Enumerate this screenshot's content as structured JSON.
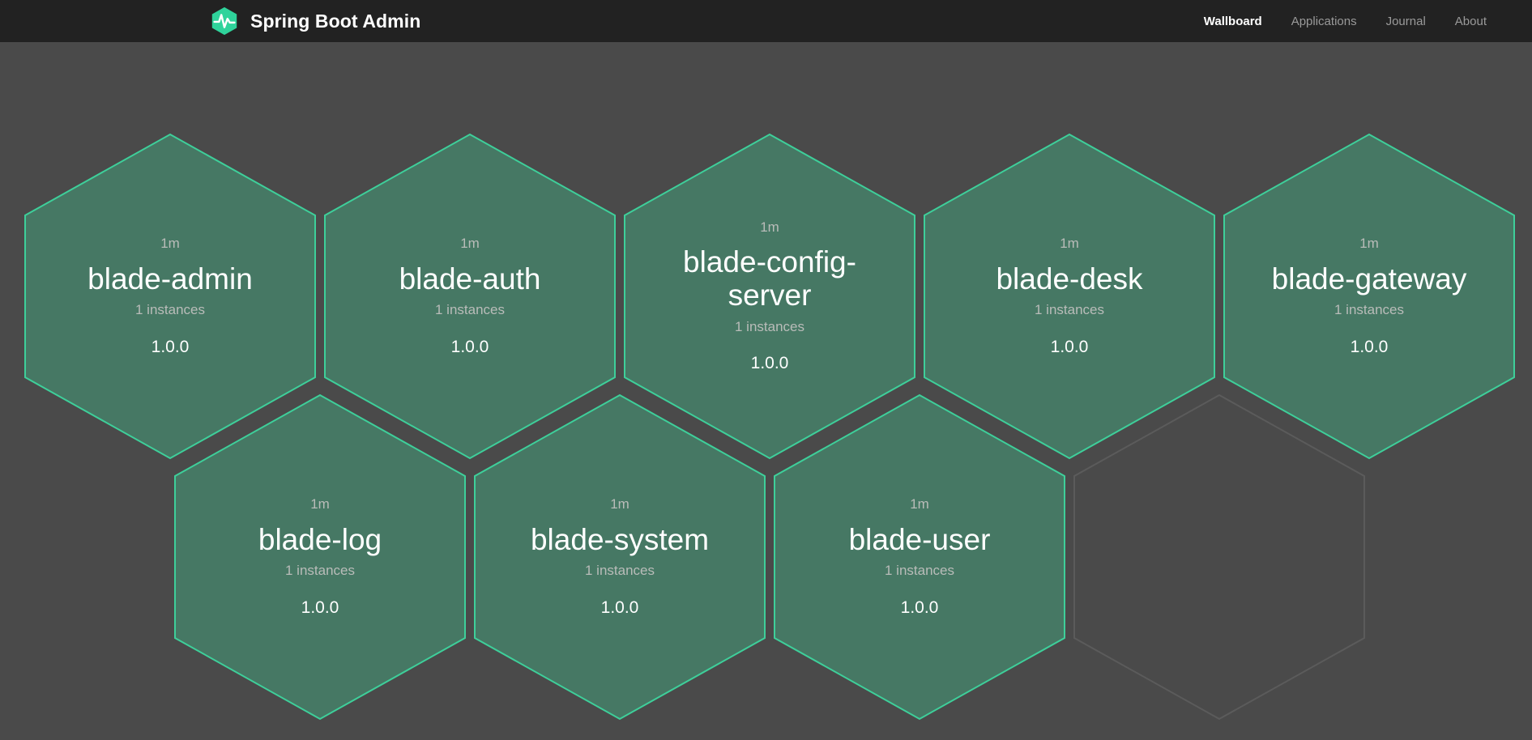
{
  "header": {
    "brand_title": "Spring Boot Admin",
    "logo_icon": "heartbeat-hexagon-logo",
    "logo_color": "#2fd39b",
    "background": "#222222",
    "nav": [
      {
        "label": "Wallboard",
        "active": true
      },
      {
        "label": "Applications",
        "active": false
      },
      {
        "label": "Journal",
        "active": false
      },
      {
        "label": "About",
        "active": false
      }
    ]
  },
  "theme": {
    "page_background": "#4a4a4a",
    "hex_fill": "#467864",
    "hex_border": "#3ecf9a",
    "hex_empty_border": "#5b5b5b",
    "muted_text": "#b9bcb9",
    "primary_text": "#ffffff"
  },
  "wallboard": {
    "applications": [
      {
        "uptime": "1m",
        "name": "blade-admin",
        "instances": "1 instances",
        "version": "1.0.0",
        "status": "up"
      },
      {
        "uptime": "1m",
        "name": "blade-auth",
        "instances": "1 instances",
        "version": "1.0.0",
        "status": "up"
      },
      {
        "uptime": "1m",
        "name": "blade-config-server",
        "instances": "1 instances",
        "version": "1.0.0",
        "status": "up"
      },
      {
        "uptime": "1m",
        "name": "blade-desk",
        "instances": "1 instances",
        "version": "1.0.0",
        "status": "up"
      },
      {
        "uptime": "1m",
        "name": "blade-gateway",
        "instances": "1 instances",
        "version": "1.0.0",
        "status": "up"
      },
      {
        "uptime": "1m",
        "name": "blade-log",
        "instances": "1 instances",
        "version": "1.0.0",
        "status": "up"
      },
      {
        "uptime": "1m",
        "name": "blade-system",
        "instances": "1 instances",
        "version": "1.0.0",
        "status": "up"
      },
      {
        "uptime": "1m",
        "name": "blade-user",
        "instances": "1 instances",
        "version": "1.0.0",
        "status": "up"
      }
    ],
    "placeholder_count": 1
  }
}
